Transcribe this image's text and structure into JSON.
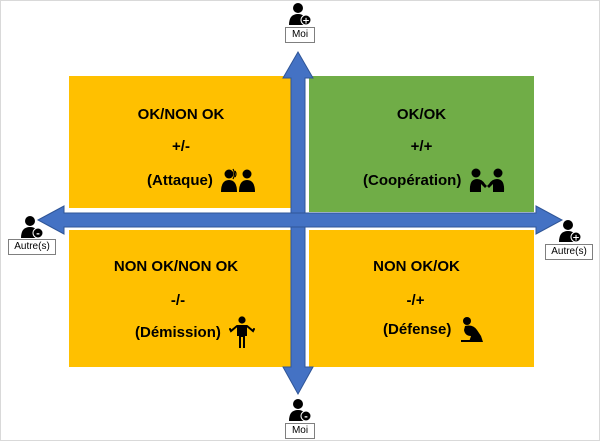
{
  "quadrants": {
    "top_left": {
      "title": "OK/NON OK",
      "sign": "+/-",
      "role": "(Attaque)",
      "color": "#ffc000",
      "icon": "two-people-talking-icon"
    },
    "top_right": {
      "title": "OK/OK",
      "sign": "+/+",
      "role": "(Coopération)",
      "color": "#70ad47",
      "icon": "two-people-cooperating-icon"
    },
    "bottom_left": {
      "title": "NON OK/NON OK",
      "sign": "-/-",
      "role": "(Démission)",
      "color": "#ffc000",
      "icon": "person-shrugging-icon"
    },
    "bottom_right": {
      "title": "NON OK/OK",
      "sign": "-/+",
      "role": "(Défense)",
      "color": "#ffc000",
      "icon": "person-kneeling-icon"
    }
  },
  "axes": {
    "arrow_color": "#4472c4",
    "top_label": "Moi",
    "bottom_label": "Moi",
    "left_label": "Autre(s)",
    "right_label": "Autre(s)",
    "top_badge": "+",
    "bottom_badge": "-",
    "left_badge": "-",
    "right_badge": "+"
  }
}
